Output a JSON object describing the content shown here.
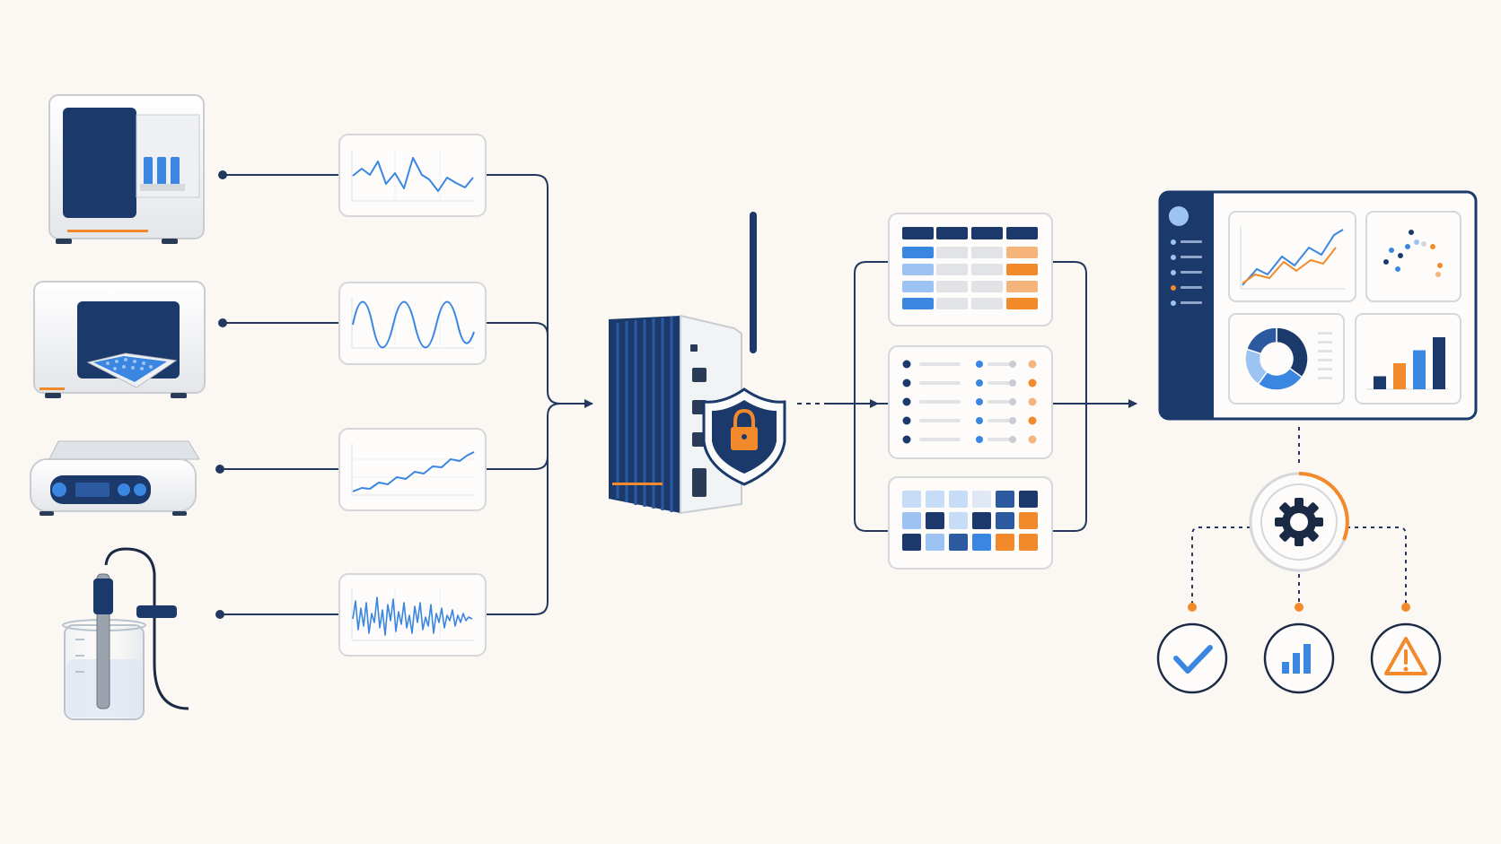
{
  "colors": {
    "background": "#fbf8f3",
    "navy": "#1b3a6b",
    "blue": "#3a86e0",
    "light_blue": "#9dc3f2",
    "orange": "#f28a2b",
    "card_border": "#d5d7db",
    "line": "#23385e"
  },
  "instruments": [
    {
      "icon": "sample-analyzer-icon"
    },
    {
      "icon": "plate-reader-icon"
    },
    {
      "icon": "lab-scale-icon"
    },
    {
      "icon": "probe-sensor-icon"
    }
  ],
  "signal_cards": [
    {
      "waveform": "irregular-wave"
    },
    {
      "waveform": "sine-wave"
    },
    {
      "waveform": "rising-trend"
    },
    {
      "waveform": "noisy-signal"
    }
  ],
  "gateway": {
    "icon": "edge-gateway-icon",
    "security_icon": "shield-lock-icon"
  },
  "data_views": [
    {
      "icon": "table-icon"
    },
    {
      "icon": "list-icon"
    },
    {
      "icon": "heatmap-icon"
    }
  ],
  "dashboard": {
    "icon": "dashboard-icon",
    "bar_levels": [
      0.25,
      0.5,
      0.75,
      1.0
    ],
    "donut_segments": [
      0.35,
      0.25,
      0.2,
      0.2
    ]
  },
  "outcomes": [
    {
      "icon": "checkmark-icon"
    },
    {
      "icon": "bar-chart-icon"
    },
    {
      "icon": "warning-icon"
    }
  ]
}
